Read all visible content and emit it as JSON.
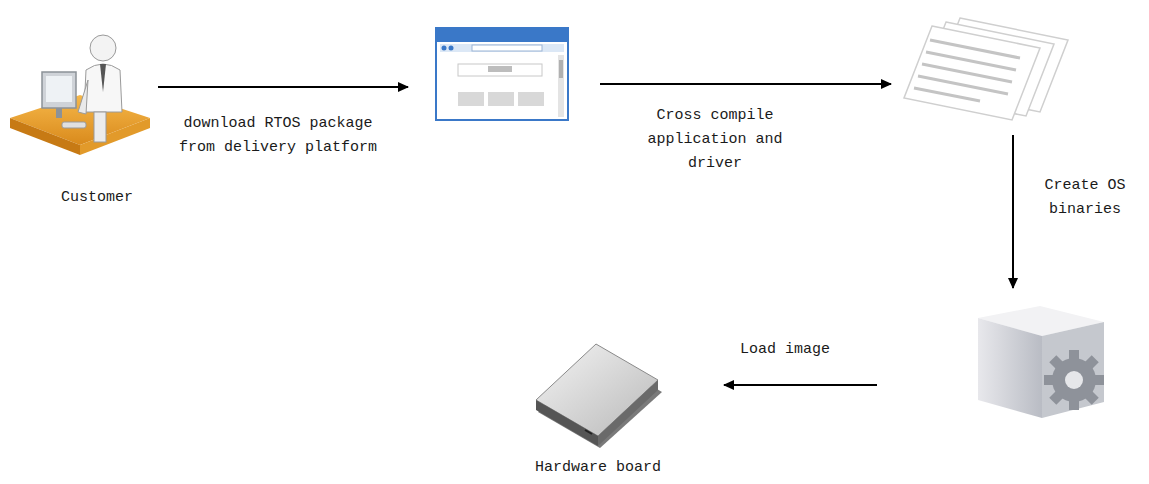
{
  "diagram": {
    "nodes": [
      {
        "text": [
          "Customer"
        ]
      },
      {
        "text": [
          "Hardware board"
        ]
      }
    ],
    "labels": [
      "download RTOS package from delivery platform",
      "Cross compile application and driver",
      "Create OS binaries",
      "Load image"
    ]
  }
}
